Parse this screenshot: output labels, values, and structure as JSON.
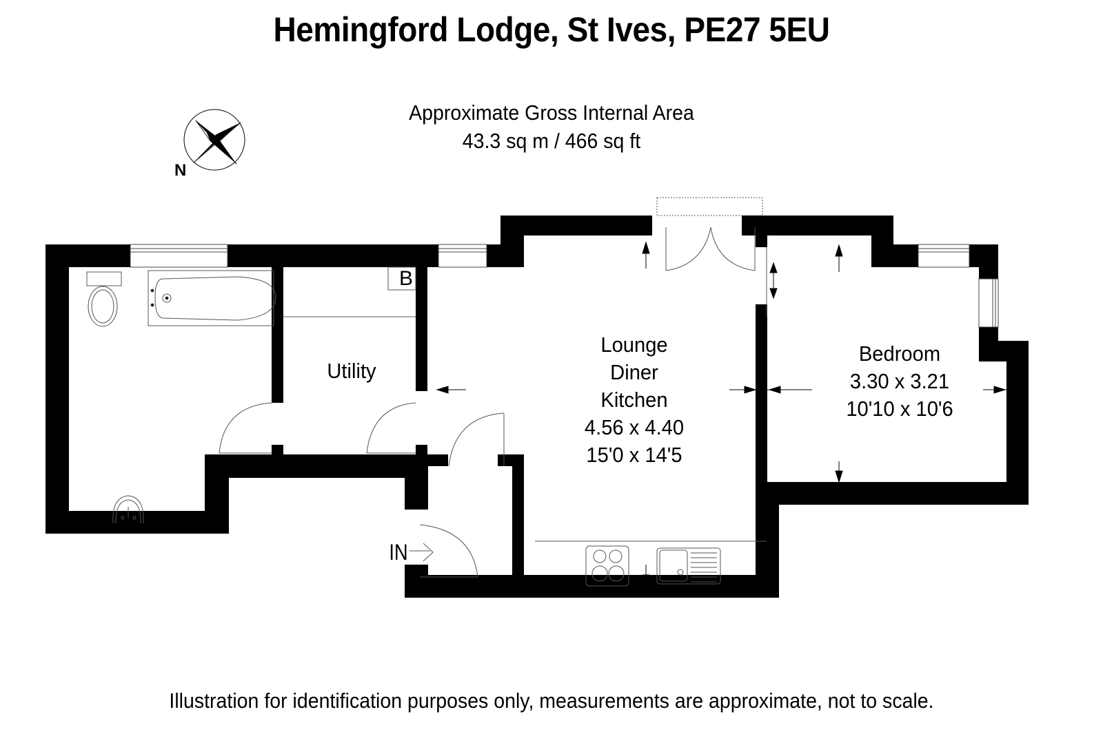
{
  "header": {
    "title": "Hemingford Lodge, St Ives, PE27 5EU",
    "area_label": "Approximate Gross Internal Area",
    "area_value": "43.3 sq m / 466 sq ft"
  },
  "compass": {
    "north_label": "N",
    "icon": "compass-rose-icon"
  },
  "rooms": [
    {
      "id": "utility",
      "name": "Utility"
    },
    {
      "id": "lounge",
      "name_lines": [
        "Lounge",
        "Diner",
        "Kitchen"
      ],
      "metric": "4.56 x 4.40",
      "imperial": "15'0 x 14'5"
    },
    {
      "id": "bedroom",
      "name": "Bedroom",
      "metric": "3.30 x 3.21",
      "imperial": "10'10 x 10'6"
    }
  ],
  "markers": {
    "boiler": "B",
    "entrance": "IN"
  },
  "footer": {
    "disclaimer": "Illustration for identification purposes only, measurements are approximate, not to scale."
  },
  "colors": {
    "wall": "#000000",
    "background": "#ffffff",
    "fixture_line": "#555555"
  }
}
